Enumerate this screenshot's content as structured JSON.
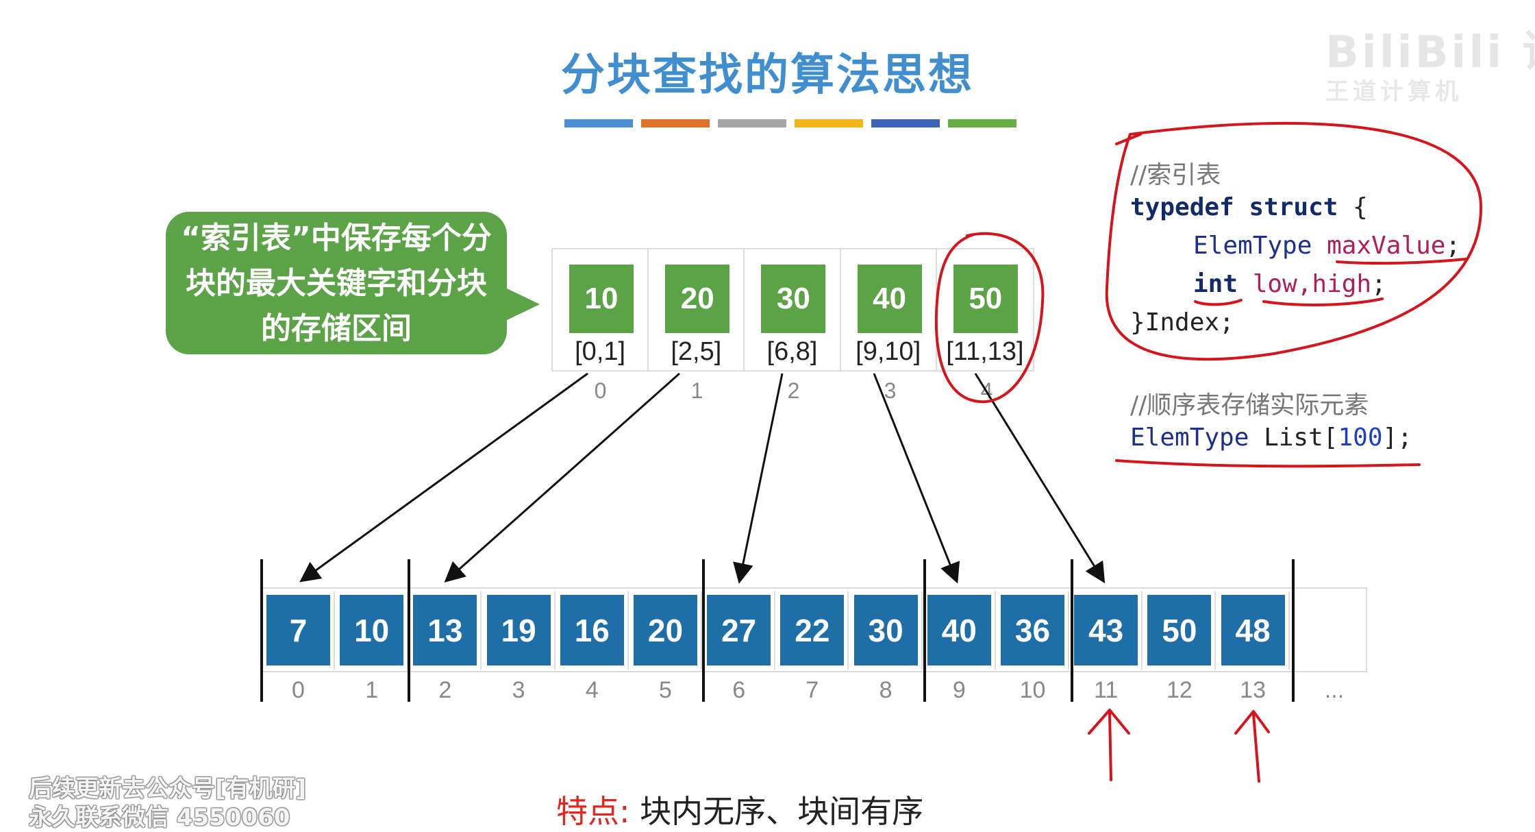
{
  "title": "分块查找的算法思想",
  "title_bar_colors": [
    "#4a8fd2",
    "#e0712a",
    "#a5a5a5",
    "#f2b51a",
    "#3c63b7",
    "#66ad44"
  ],
  "callout": {
    "lines": [
      "“索引表”中保存每个分",
      "块的最大关键字和分块",
      "的存储区间"
    ],
    "color": "#5ba346"
  },
  "index_table": [
    {
      "key": "10",
      "range": "[0,1]",
      "index": "0"
    },
    {
      "key": "20",
      "range": "[2,5]",
      "index": "1"
    },
    {
      "key": "30",
      "range": "[6,8]",
      "index": "2"
    },
    {
      "key": "40",
      "range": "[9,10]",
      "index": "3"
    },
    {
      "key": "50",
      "range": "[11,13]",
      "index": "4"
    }
  ],
  "list": {
    "values": [
      "7",
      "10",
      "13",
      "19",
      "16",
      "20",
      "27",
      "22",
      "30",
      "40",
      "36",
      "43",
      "50",
      "48"
    ],
    "indices": [
      "0",
      "1",
      "2",
      "3",
      "4",
      "5",
      "6",
      "7",
      "8",
      "9",
      "10",
      "11",
      "12",
      "13"
    ],
    "ellipsis": "...",
    "cell_color": "#1e6ea7"
  },
  "code": {
    "comment1": "//索引表",
    "kw_typedef": "typedef",
    "kw_struct": "struct",
    "brace_open": " {",
    "line2_type": "ElemType",
    "line2_field": "maxValue",
    "line2_end": ";",
    "line3_type": "int",
    "line3_fields": "low,high",
    "line3_end": ";",
    "line4": "}Index;",
    "comment2": "//顺序表存储实际元素",
    "line5_type": "ElemType",
    "line5_name": "List",
    "line5_open": "[",
    "line5_num": "100",
    "line5_close": "];"
  },
  "feature": {
    "label": "特点:",
    "text": "块内无序、块间有序"
  },
  "watermark_top_right": {
    "main": "BiliBili 课",
    "sub": "王道计算机"
  },
  "watermark_bottom_left": {
    "line1": "后续更新去公众号[有机研]",
    "line2": "永久联系微信 4550060"
  },
  "annotation_color": "#d6141b"
}
